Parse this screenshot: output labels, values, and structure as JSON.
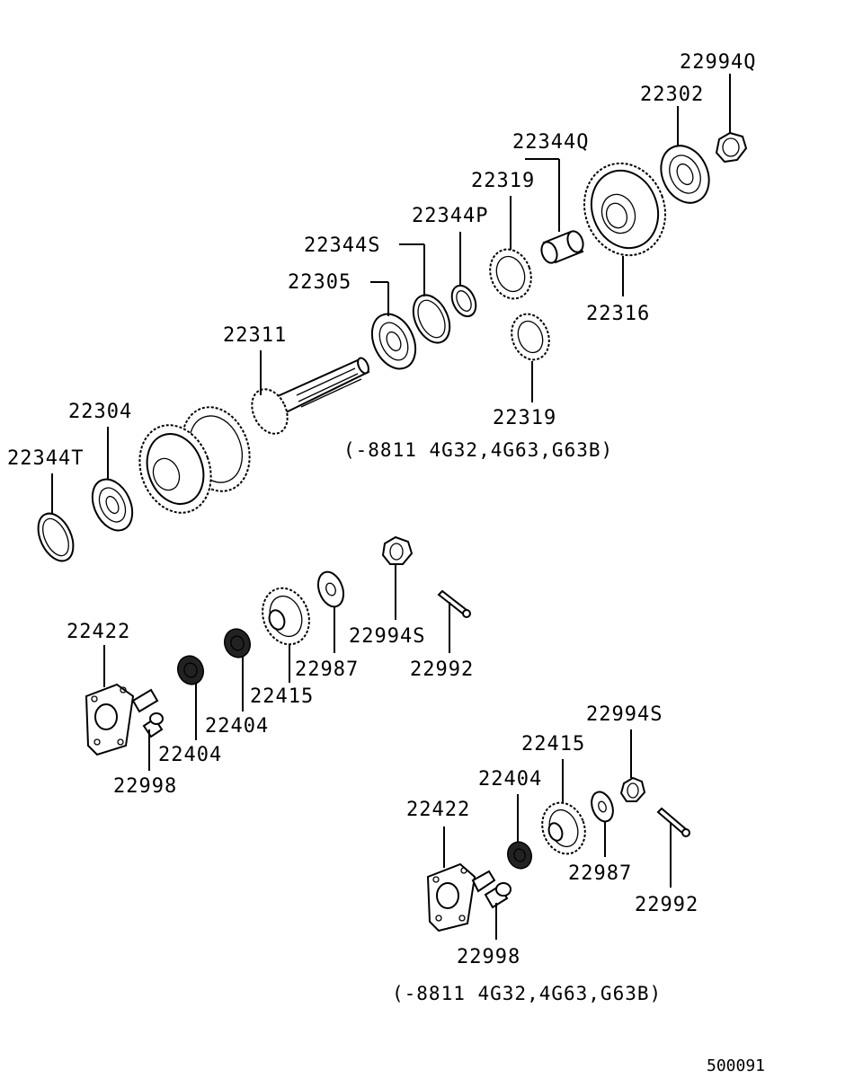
{
  "labels": {
    "p22994Q": "22994Q",
    "p22302": "22302",
    "p22344Q": "22344Q",
    "p22319a": "22319",
    "p22344P": "22344P",
    "p22344S": "22344S",
    "p22305": "22305",
    "p22316": "22316",
    "p22311": "22311",
    "p22319b": "22319",
    "p22304": "22304",
    "p22344T": "22344T",
    "p22994S_a": "22994S",
    "p22992_a": "22992",
    "p22987_a": "22987",
    "p22415_a": "22415",
    "p22404_a": "22404",
    "p22404_b": "22404",
    "p22422_a": "22422",
    "p22998_a": "22998",
    "p22994S_b": "22994S",
    "p22415_b": "22415",
    "p22404_c": "22404",
    "p22422_b": "22422",
    "p22987_b": "22987",
    "p22992_b": "22992",
    "p22998_b": "22998"
  },
  "notes": {
    "note_top": "(-8811 4G32,4G63,G63B)",
    "note_bottom": "(-8811 4G32,4G63,G63B)"
  },
  "diagram_code": "500091"
}
